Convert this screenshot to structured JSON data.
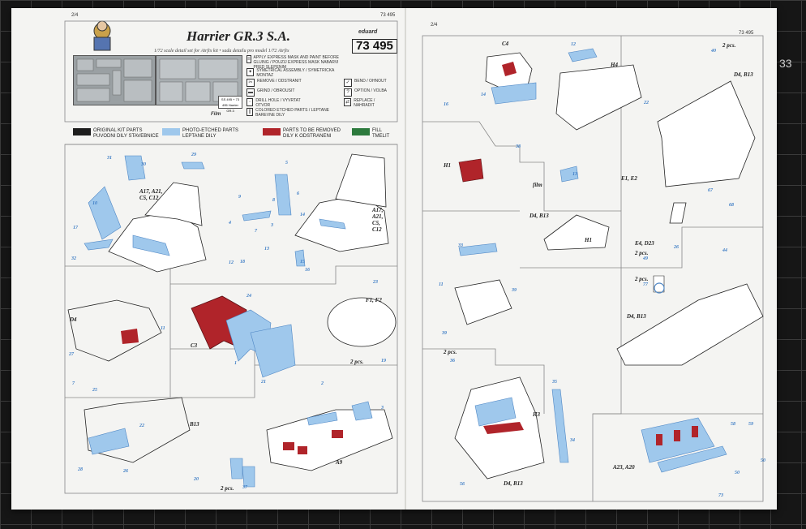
{
  "mat": {
    "corner_number": "33"
  },
  "left_page": {
    "page_number": "2/4",
    "kit_code_small": "73 495",
    "title": "Harrier GR.3 S.A.",
    "subtitle": "1/72 scale detail set for Airfix kit • sada detailu pro model 1/72 Airfix",
    "brand": "eduard",
    "kit_number": "73 495",
    "film_box": "SS 495 + 73 495 Harrier GR.3",
    "film_label": "Film",
    "legend": [
      {
        "icon": "≡",
        "text": "APPLY EXPRESS MASK AND PAINT BEFORE GLUING / POUZIJ EXPRESS MASK NABARVI PRED SLEPENIM"
      },
      {
        "icon": "✦",
        "text": "SYMETRICAL ASSEMBLY / SYMETRICKA MONTAZ"
      },
      {
        "icon": "✂",
        "text": "REMOVE / ODSTRANIT"
      },
      {
        "icon": "▬",
        "text": "GRIND / OBROUSIT"
      },
      {
        "icon": "◦",
        "text": "DRILL HOLE / VYVRTAT OTVOR"
      },
      {
        "icon": "∥",
        "text": "COLORED ETCHED PARTS / LEPTANE BAREVNE DILY"
      }
    ],
    "legend_right": [
      {
        "icon": "✓",
        "text": "BEND / OHNOUT"
      },
      {
        "icon": "?",
        "text": "OPTION / VOLBA"
      },
      {
        "icon": "⇄",
        "text": "REPLACE / NAHRADIT"
      }
    ],
    "color_key": [
      {
        "color": "#1d1d1d",
        "text": "ORIGINAL KIT PARTS\nPUVODNI DILY STAVEBNICE"
      },
      {
        "color": "#9fc8ec",
        "text": "PHOTO-ETCHED PARTS\nLEPTANE DILY"
      },
      {
        "color": "#b0242a",
        "text": "PARTS TO BE REMOVED\nDILY K ODSTRANENI"
      },
      {
        "color": "#2d7a3d",
        "text": "FILL\nTMELIT"
      }
    ],
    "labels": [
      "A17, A21,\nC5, C12",
      "A17,\nA21,\nC5,\nC12",
      "D4",
      "C3",
      "F1, F2",
      "B13",
      "A9",
      "2 pcs.",
      "2 pcs."
    ],
    "part_numbers": [
      "31",
      "29",
      "30",
      "10",
      "17",
      "32",
      "12",
      "18",
      "9",
      "8",
      "5",
      "6",
      "4",
      "3",
      "14",
      "13",
      "15",
      "16",
      "7",
      "24",
      "23",
      "27",
      "28",
      "7",
      "25",
      "11",
      "22",
      "1",
      "21",
      "19",
      "2",
      "3",
      "26",
      "20",
      "37"
    ]
  },
  "right_page": {
    "page_number": "2/4",
    "kit_code_small": "73 495",
    "labels": [
      "C4",
      "H4",
      "2 pcs.",
      "D4, B13",
      "H1",
      "film",
      "D4, B13",
      "H1",
      "E1, E2",
      "E4, D23",
      "2 pcs.",
      "2 pcs.",
      "D4, B13",
      "2 pcs.",
      "H3",
      "D4, B13",
      "A23, A20"
    ],
    "part_numbers": [
      "12",
      "14",
      "16",
      "38",
      "40",
      "22",
      "13",
      "67",
      "68",
      "33",
      "11",
      "39",
      "39",
      "36",
      "26",
      "44",
      "49",
      "77",
      "35",
      "34",
      "56",
      "58",
      "59",
      "50",
      "50",
      "73"
    ]
  }
}
